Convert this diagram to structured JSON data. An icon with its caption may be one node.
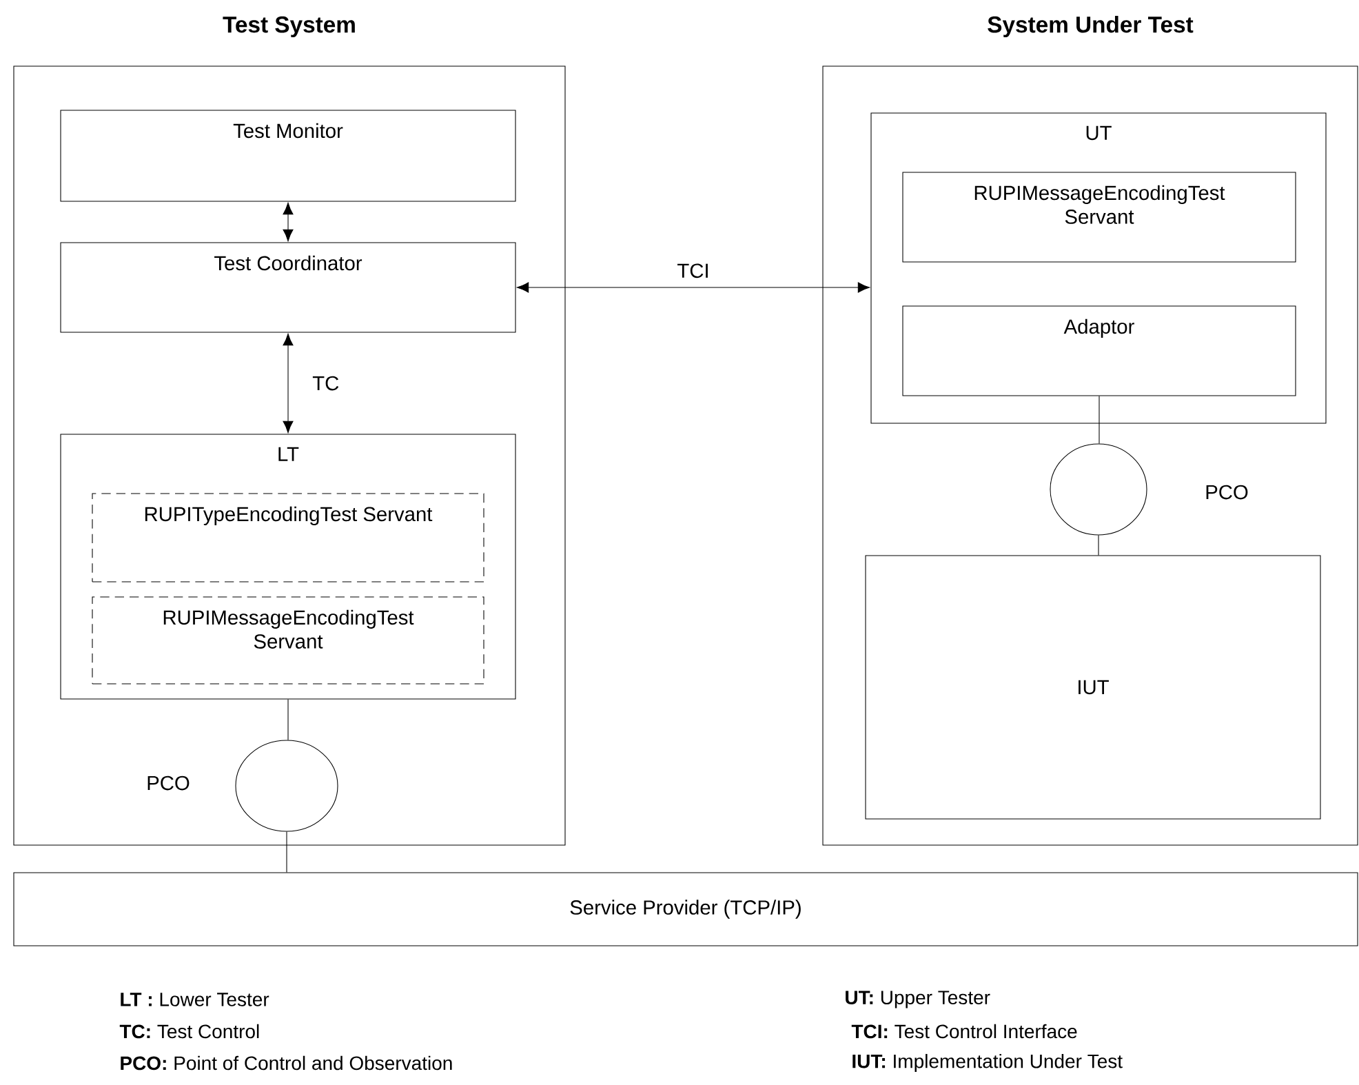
{
  "diagram": {
    "nodes": [
      {
        "text": [
          "Test System"
        ]
      },
      {
        "text": [
          "Test Monitor"
        ],
        "in": 0
      },
      {
        "text": [
          "Test Coordinator"
        ],
        "in": 0
      },
      {
        "text": [
          "LT"
        ],
        "in": 0
      },
      {
        "text": [
          "RUPITypeEncodingTest Servant"
        ],
        "in": 3
      },
      {
        "text": [
          "RUPIMessageEncodingTest Servant"
        ],
        "in": 3
      },
      {
        "text": [],
        "shape": "circle",
        "beside": [
          "PCO"
        ],
        "in": 0
      },
      {
        "text": [
          "System Under Test"
        ]
      },
      {
        "text": [
          "UT"
        ],
        "in": 7
      },
      {
        "text": [
          "RUPIMessageEncodingTest Servant"
        ],
        "in": 8
      },
      {
        "text": [
          "Adaptor"
        ],
        "in": 8
      },
      {
        "text": [],
        "shape": "circle",
        "beside": [
          "PCO"
        ],
        "in": 7
      },
      {
        "text": [
          "IUT"
        ],
        "in": 7
      },
      {
        "text": [
          "Service Provider (TCP/IP)"
        ]
      }
    ],
    "edges": [
      {
        "from": 1,
        "to": 2,
        "arrow": "both"
      },
      {
        "from": 2,
        "to": 3,
        "arrow": "both",
        "label": "TC"
      },
      {
        "from": 2,
        "to": 8,
        "arrow": "both",
        "label": "TCI"
      },
      {
        "from": 3,
        "to": 6,
        "arrow": "none"
      },
      {
        "from": 6,
        "to": 13,
        "arrow": "none"
      },
      {
        "from": 10,
        "to": 11,
        "arrow": "none"
      },
      {
        "from": 11,
        "to": 12,
        "arrow": "none"
      }
    ],
    "labels": [
      "**LT :** Lower Tester",
      "**TC:** Test Control",
      "**PCO:** Point of Control and Observation",
      "**UT:** Upper Tester",
      "**TCI:** Test Control Interface",
      "**IUT:** Implementation Under Test"
    ]
  }
}
